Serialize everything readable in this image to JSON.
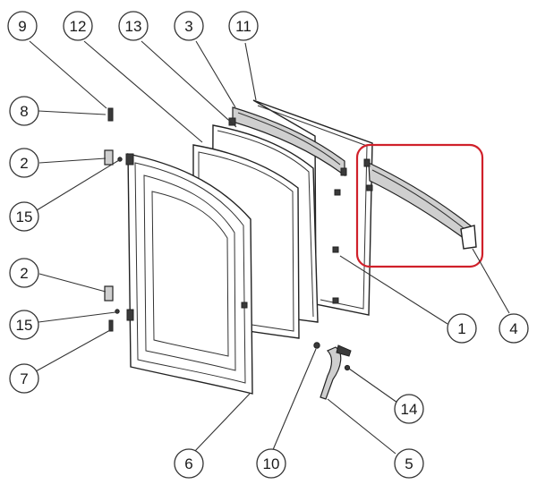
{
  "callouts": [
    {
      "id": "c9",
      "text": "9"
    },
    {
      "id": "c12",
      "text": "12"
    },
    {
      "id": "c13",
      "text": "13"
    },
    {
      "id": "c3",
      "text": "3"
    },
    {
      "id": "c11",
      "text": "11"
    },
    {
      "id": "c8",
      "text": "8"
    },
    {
      "id": "c2a",
      "text": "2"
    },
    {
      "id": "c15a",
      "text": "15"
    },
    {
      "id": "c2b",
      "text": "2"
    },
    {
      "id": "c15b",
      "text": "15"
    },
    {
      "id": "c7",
      "text": "7"
    },
    {
      "id": "c1",
      "text": "1"
    },
    {
      "id": "c4",
      "text": "4"
    },
    {
      "id": "c14",
      "text": "14"
    },
    {
      "id": "c5",
      "text": "5"
    },
    {
      "id": "c6",
      "text": "6"
    },
    {
      "id": "c10",
      "text": "10"
    }
  ],
  "colors": {
    "highlight": "#d0202a",
    "line": "#222222",
    "shade": "#cfcfcf"
  }
}
